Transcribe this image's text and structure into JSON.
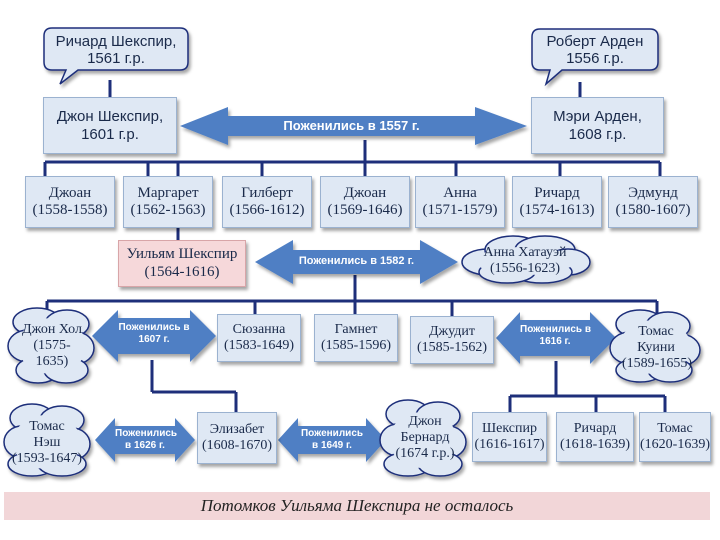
{
  "colors": {
    "box_fill": "#dfe8f4",
    "box_border": "#9bb2d0",
    "highlight_fill": "#f6d8da",
    "arrow_fill": "#4f7fc4",
    "line": "#1e2f7a",
    "footer_fill": "#f2d6d8"
  },
  "grandparents": {
    "richard": {
      "name": "Ричард Шекспир,",
      "dates": "1561 г.р."
    },
    "robert": {
      "name": "Роберт Арден",
      "dates": "1556 г.р."
    }
  },
  "parents": {
    "john": {
      "name": "Джон Шекспир,",
      "dates": "1601 г.р."
    },
    "mary": {
      "name": "Мэри Арден,",
      "dates": "1608 г.р."
    },
    "marriage": "Поженились в 1557 г."
  },
  "siblings": [
    {
      "name": "Джоан",
      "dates": "(1558-1558)"
    },
    {
      "name": "Маргарет",
      "dates": "(1562-1563)"
    },
    {
      "name": "Гилберт",
      "dates": "(1566-1612)"
    },
    {
      "name": "Джоан",
      "dates": "(1569-1646)"
    },
    {
      "name": "Анна",
      "dates": "(1571-1579)"
    },
    {
      "name": "Ричард",
      "dates": "(1574-1613)"
    },
    {
      "name": "Эдмунд",
      "dates": "(1580-1607)"
    }
  ],
  "william": {
    "name": "Уильям Шекспир",
    "dates": "(1564-1616)"
  },
  "anne": {
    "name": "Анна Хатауэй",
    "dates": "(1556-1623)"
  },
  "marriage_1582": "Поженились в 1582 г.",
  "children": [
    {
      "name": "Сюзанна",
      "dates": "(1583-1649)"
    },
    {
      "name": "Гамнет",
      "dates": "(1585-1596)"
    },
    {
      "name": "Джудит",
      "dates": "(1585-1562)"
    }
  ],
  "john_hall": {
    "name": "Джон Хол",
    "dates_1": "(1575-",
    "dates_2": "1635)"
  },
  "marriage_1607": {
    "line1": "Поженились в",
    "line2": "1607 г."
  },
  "marriage_1616": {
    "line1": "Поженились в",
    "line2": "1616 г."
  },
  "thomas_quiney": {
    "line1": "Томас",
    "line2": "Куини",
    "dates": "(1589-1655)"
  },
  "thomas_nash": {
    "line1": "Томас",
    "line2": "Нэш",
    "dates": "(1593-1647)"
  },
  "marriage_1626": {
    "line1": "Поженились",
    "line2": "в 1626 г."
  },
  "elizabeth": {
    "name": "Элизабет",
    "dates": "(1608-1670)"
  },
  "marriage_1649": {
    "line1": "Поженились",
    "line2": "в 1649 г."
  },
  "john_bernard": {
    "line1": "Джон",
    "line2": "Бернард",
    "dates": "(1674 г.р.)"
  },
  "quiney_children": [
    {
      "name": "Шекспир",
      "dates": "(1616-1617)"
    },
    {
      "name": "Ричард",
      "dates": "(1618-1639)"
    },
    {
      "name": "Томас",
      "dates": "(1620-1639)"
    }
  ],
  "footer": "Потомков Уильяма Шекспира не осталось"
}
